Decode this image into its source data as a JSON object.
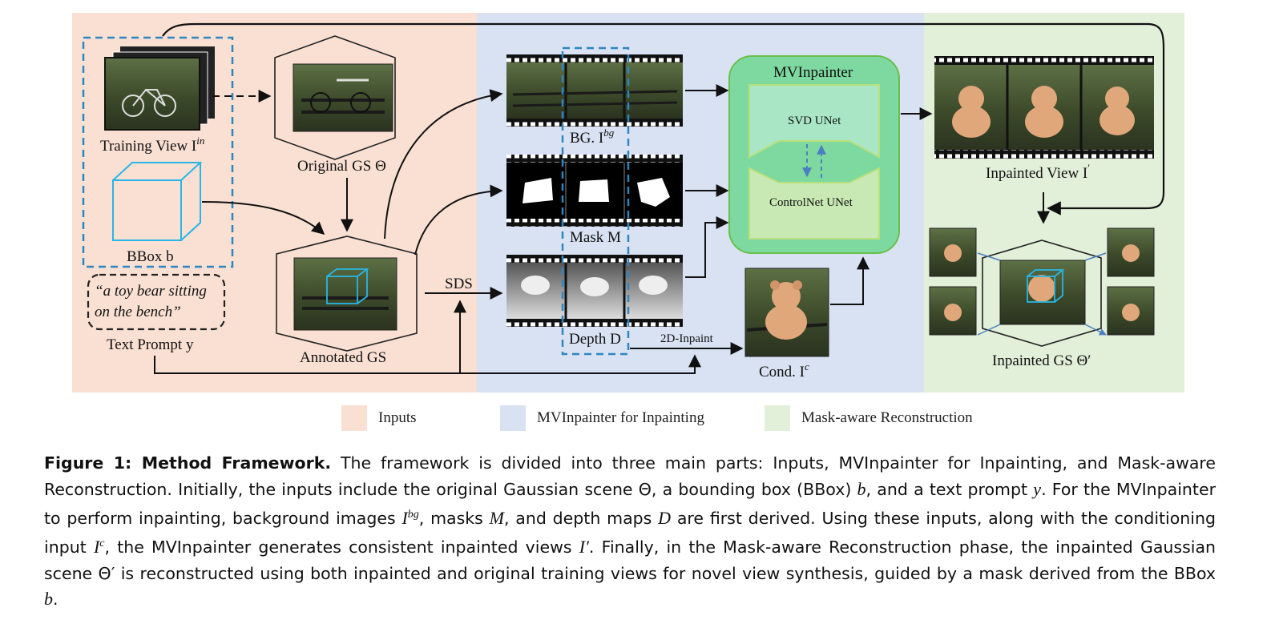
{
  "diagram": {
    "sections": {
      "inputs_color": "#f9e0d3",
      "inpainting_color": "#d9e2f3",
      "reconstruction_color": "#e2efd9"
    },
    "labels": {
      "training_view": "Training View I",
      "training_view_sup": "in",
      "bbox": "BBox b",
      "text_prompt_quote_line1": "“a toy bear sitting",
      "text_prompt_quote_line2": "on the bench”",
      "text_prompt": "Text Prompt y",
      "original_gs": "Original GS Θ",
      "annotated_gs": "Annotated GS",
      "sds": "SDS",
      "bg": "BG. I",
      "bg_sup": "bg",
      "mask": "Mask M",
      "depth": "Depth D",
      "two_d_inpaint": "2D-Inpaint",
      "cond": "Cond. I",
      "cond_sup": "c",
      "mvinpainter": "MVInpainter",
      "svd_unet": "SVD UNet",
      "controlnet_unet": "ControlNet UNet",
      "inpainted_view": "Inpainted View I",
      "inpainted_view_sup": "′",
      "inpainted_gs": "Inpainted GS Θ′"
    },
    "colors": {
      "dashed_blue": "#2e86c1",
      "bbox_cyan": "#29b6e6",
      "mvinpainter_fill": "#7ed9a0",
      "mvinpainter_stroke": "#6abf4b",
      "unet_fill": "#a9e6c6",
      "unet_fill2": "#c9e9b4",
      "photo_dark": "#3a4a2c",
      "bear": "#e0a77a"
    }
  },
  "legend": {
    "items": [
      {
        "label": "Inputs",
        "color": "#f9e0d3"
      },
      {
        "label": "MVInpainter for Inpainting",
        "color": "#d9e2f3"
      },
      {
        "label": "Mask-aware Reconstruction",
        "color": "#e2efd9"
      }
    ]
  },
  "caption": {
    "fig_label": "Figure 1: Method Framework.",
    "s1": " The framework is divided into three main parts: Inputs, MVInpainter for Inpainting, and Mask-aware Reconstruction. Initially, the inputs include the original Gaussian scene Θ, a bounding box (BBox) ",
    "m_b1": "b",
    "s2": ", and a text prompt ",
    "m_y": "y",
    "s3": ". For the MVInpainter to perform inpainting, background images ",
    "m_Ibg": "I",
    "m_Ibg_sup": "bg",
    "s4": ", masks ",
    "m_M": "M",
    "s5": ", and depth maps ",
    "m_D": "D",
    "s6": " are first derived. Using these inputs, along with the conditioning input ",
    "m_Ic": "I",
    "m_Ic_sup": "c",
    "s7": ", the MVInpainter generates consistent inpainted views ",
    "m_Ip": "I′",
    "s8": ". Finally, in the Mask-aware Reconstruction phase, the inpainted Gaussian scene Θ′ is reconstructed using both inpainted and original training views for novel view synthesis, guided by a mask derived from the BBox ",
    "m_b2": "b",
    "s9": "."
  }
}
